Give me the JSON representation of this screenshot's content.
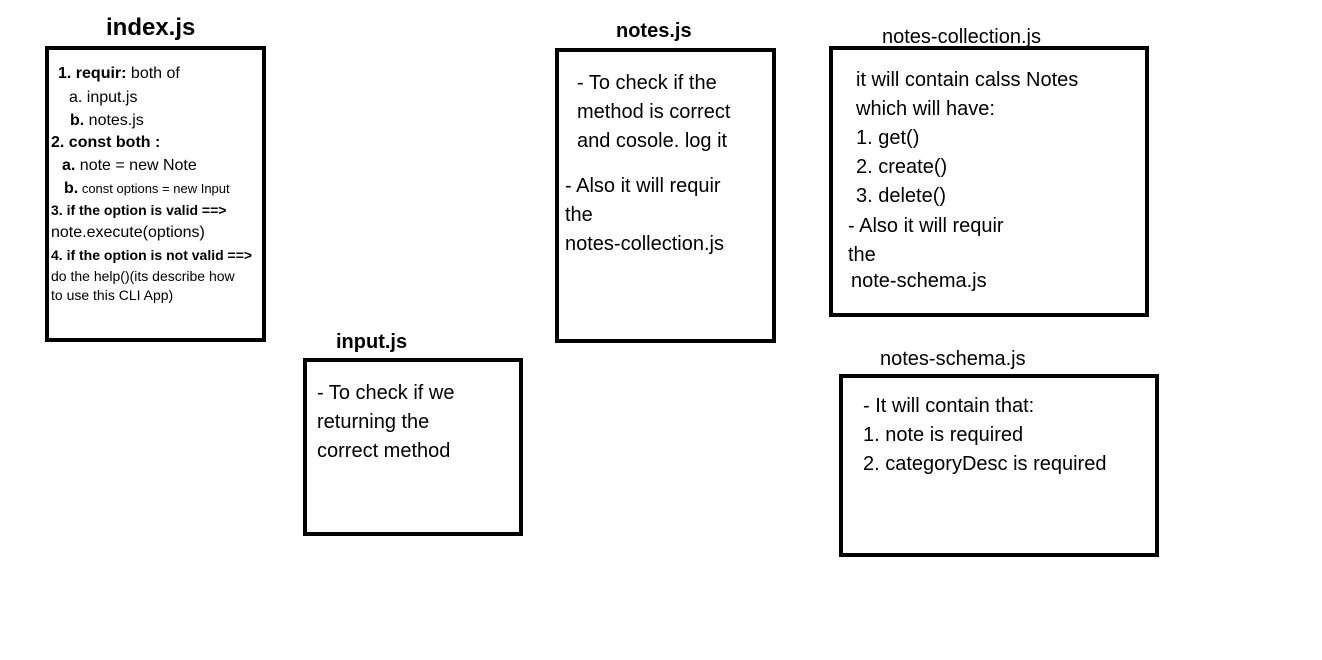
{
  "colors": {
    "background": "#ffffff",
    "ink": "#000000"
  },
  "index": {
    "title": "index.js",
    "lines": [
      {
        "num": "1. requir:",
        "text": " both of"
      },
      {
        "num": "",
        "text": "a. input.js"
      },
      {
        "num": "b.",
        "text": " notes.js"
      },
      {
        "num": "2. const both :",
        "text": ""
      },
      {
        "num": "a.",
        "text": " note = new Note"
      },
      {
        "num": "b.",
        "text": " const options = new Input"
      },
      {
        "num": "3. if the option is valid ==>",
        "text": ""
      },
      {
        "num": "",
        "text": "note.execute(options)"
      },
      {
        "num": "4. if the option is not valid ==>",
        "text": ""
      },
      {
        "num": "",
        "text": "do the help()(its describe how"
      },
      {
        "num": "",
        "text": " to use this CLI App)"
      }
    ]
  },
  "input": {
    "title": "input.js",
    "lines": [
      "-  To check if we",
      " returning the",
      "correct method"
    ]
  },
  "notes": {
    "title": "notes.js",
    "lines": [
      "- To check if the",
      "method is correct",
      "and cosole. log it",
      "- Also it will requir",
      "the",
      "notes-collection.js"
    ]
  },
  "collection": {
    "title": "notes-collection.js",
    "lines": [
      "it will contain calss Notes",
      "which will have:",
      "1. get()",
      "2. create()",
      "3. delete()",
      "- Also it will requir",
      "the",
      "note-schema.js"
    ]
  },
  "schema": {
    "title": "notes-schema.js",
    "lines": [
      "- It will contain that:",
      "1. note is required",
      "2. categoryDesc is required"
    ]
  }
}
